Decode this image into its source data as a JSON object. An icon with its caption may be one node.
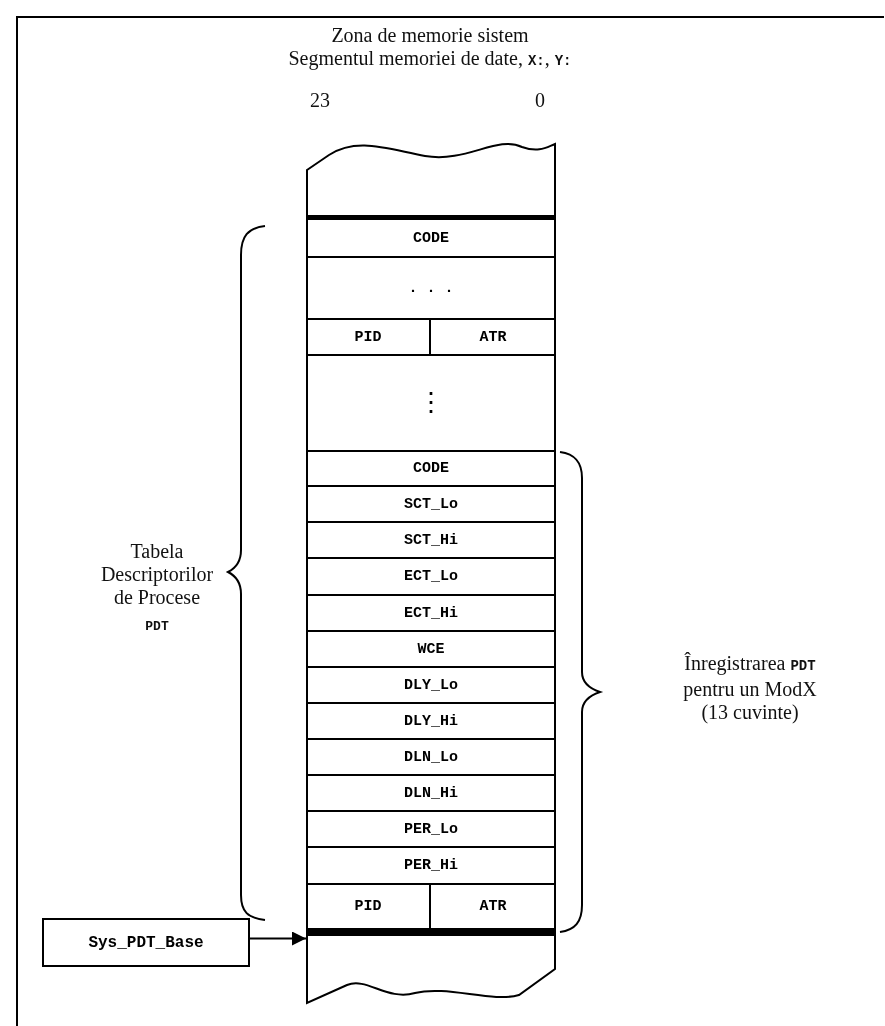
{
  "diagram": {
    "nodes": [
      {
        "text": [],
        "shape": "box"
      },
      {
        "text": [
          "CODE"
        ],
        "in": 0
      },
      {
        "text": [
          ". . ."
        ],
        "in": 0
      },
      {
        "text": [
          "PID"
        ],
        "in": 0
      },
      {
        "text": [
          "ATR"
        ],
        "in": 0
      },
      {
        "text": [
          "⋮"
        ],
        "in": 0
      },
      {
        "text": [
          "CODE"
        ],
        "in": 0
      },
      {
        "text": [
          "SCT_Lo"
        ],
        "in": 0
      },
      {
        "text": [
          "SCT_Hi"
        ],
        "in": 0
      },
      {
        "text": [
          "ECT_Lo"
        ],
        "in": 0
      },
      {
        "text": [
          "ECT_Hi"
        ],
        "in": 0
      },
      {
        "text": [
          "WCE"
        ],
        "in": 0
      },
      {
        "text": [
          "DLY_Lo"
        ],
        "in": 0
      },
      {
        "text": [
          "DLY_Hi"
        ],
        "in": 0
      },
      {
        "text": [
          "DLN_Lo"
        ],
        "in": 0
      },
      {
        "text": [
          "DLN_Hi"
        ],
        "in": 0
      },
      {
        "text": [
          "PER_Lo"
        ],
        "in": 0
      },
      {
        "text": [
          "PER_Hi"
        ],
        "in": 0
      },
      {
        "text": [
          "PID"
        ],
        "in": 0
      },
      {
        "text": [
          "ATR"
        ],
        "in": 0
      },
      {
        "text": [
          "Sys_PDT_Base"
        ]
      }
    ],
    "edges": [
      {
        "from": 20,
        "to": 0,
        "arrow": "to"
      }
    ],
    "labels": [
      "Zona de memorie sistem",
      "Segmentul memoriei de date, **X:**, **Y:**",
      "23",
      "0",
      "Tabela Descriptorilor de Procese",
      "PDT",
      "Înregistrarea **PDT** pentru un ModX (13 cuvinte)"
    ]
  }
}
